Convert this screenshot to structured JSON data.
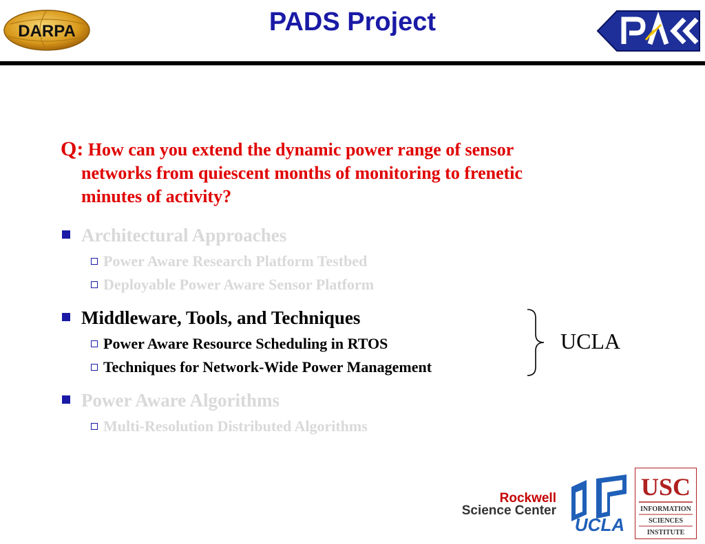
{
  "header": {
    "title": "PADS Project",
    "darpa_logo_text": "DARPA"
  },
  "question": {
    "prefix": "Q:",
    "line1": "How can you extend the dynamic power range of sensor",
    "line2": "networks from quiescent months of monitoring to frenetic",
    "line3": "minutes of activity?"
  },
  "sections": [
    {
      "label": "Architectural Approaches",
      "items": [
        "Power Aware Research Platform Testbed",
        "Deployable Power Aware Sensor Platform"
      ]
    },
    {
      "label": "Middleware, Tools, and Techniques",
      "items": [
        "Power Aware Resource Scheduling in RTOS",
        "Techniques for Network-Wide Power Management"
      ]
    },
    {
      "label": "Power Aware Algorithms",
      "items": [
        "Multi-Resolution Distributed Algorithms"
      ]
    }
  ],
  "brace_label": "UCLA",
  "footer": {
    "rockwell_line1": "Rockwell",
    "rockwell_line2": "Science Center",
    "ucla_logo_text": "UCLA",
    "usc_logo_text": "USC",
    "usc_line1": "INFORMATION",
    "usc_line2": "SCIENCES",
    "usc_line3": "INSTITUTE"
  },
  "colors": {
    "title": "#1a1aa6",
    "question": "#e00000",
    "faded": "#d9d9d9",
    "bullet": "#1a1aa6"
  }
}
